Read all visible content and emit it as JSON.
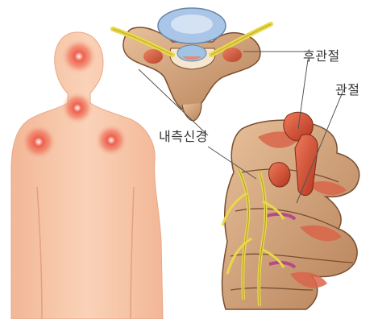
{
  "labels": {
    "posterior_facet_joint": "후관절",
    "joint": "관절",
    "medial_branch_nerve": "내측신경"
  },
  "colors": {
    "skin": "#f6c2a4",
    "pain_spot": "#e8453c",
    "bone": "#c8956a",
    "facet_red": "#c8412c",
    "nerve": "#e9d84a",
    "spinal_cord": "#9fc4e6"
  }
}
